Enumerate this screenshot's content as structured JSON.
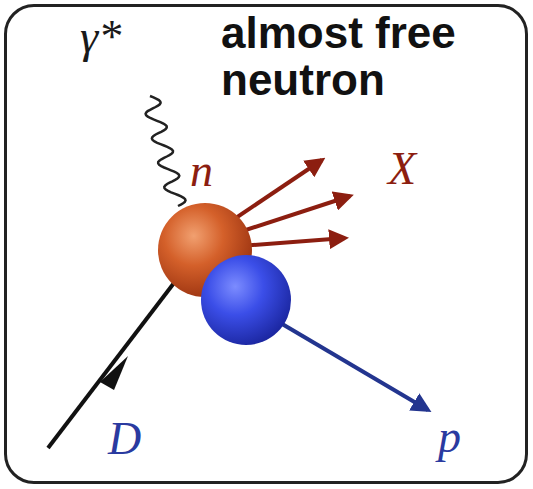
{
  "diagram": {
    "nodes": [
      {
        "text": [
          "almost free neutron"
        ]
      }
    ],
    "labels": [
      "γ*",
      "n",
      "X",
      "D",
      "p"
    ]
  }
}
